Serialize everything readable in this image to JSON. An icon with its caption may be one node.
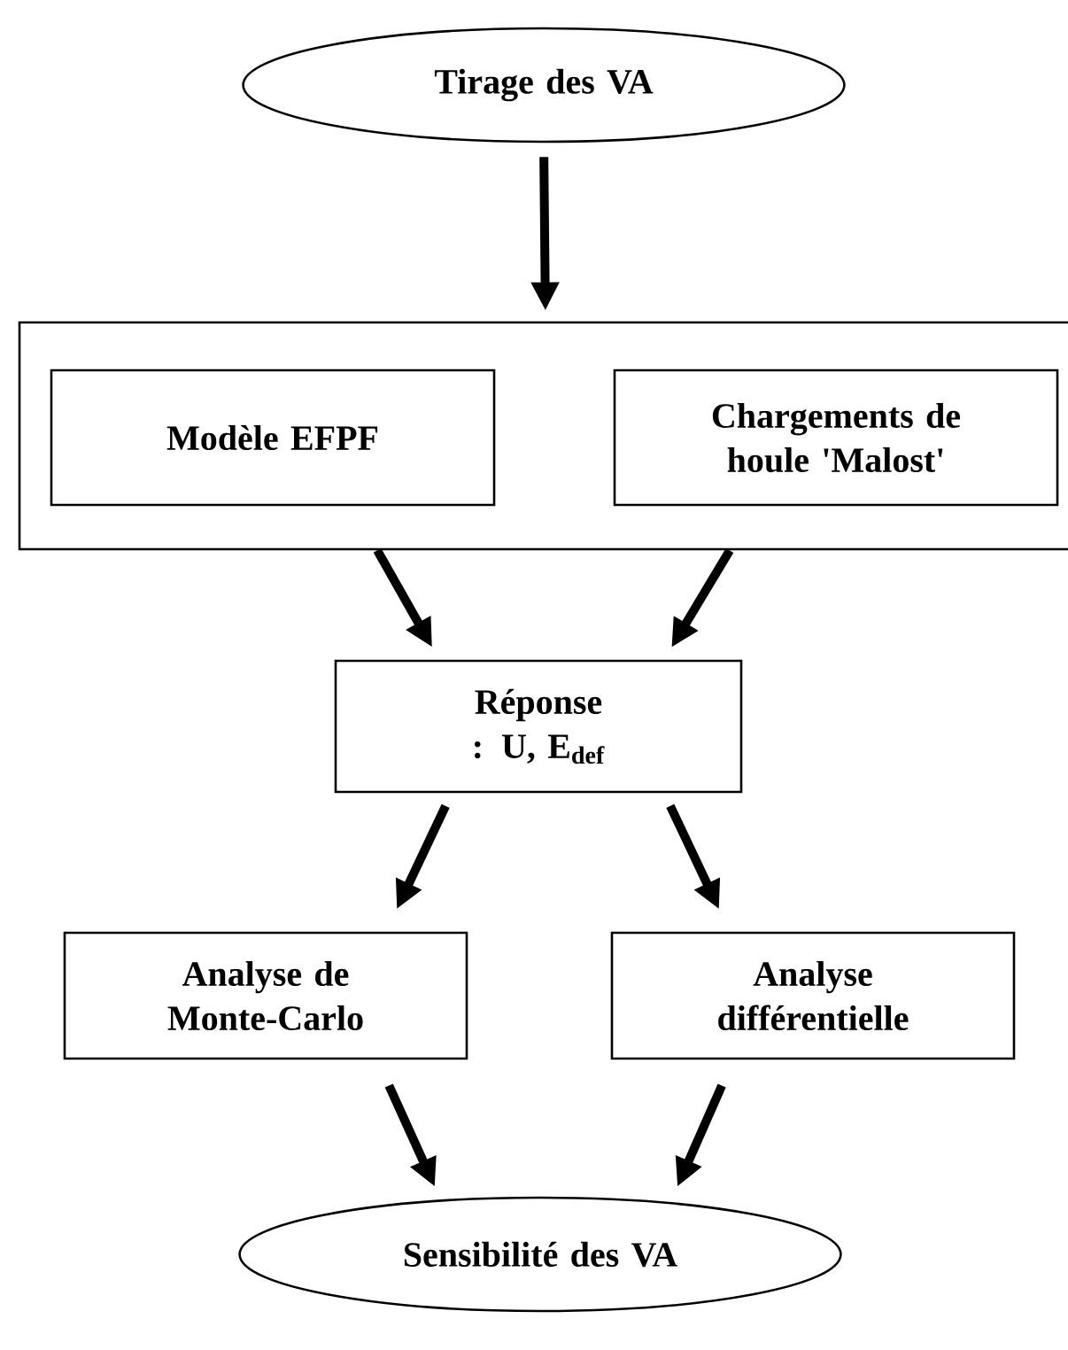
{
  "diagram": {
    "nodes": [
      {
        "text": [
          "Tirage des VA"
        ]
      },
      {
        "text": [],
        "shape": "box"
      },
      {
        "text": [
          "Modèle EFPF"
        ],
        "in": 1
      },
      {
        "text": [
          "Chargements de houle 'Malost'"
        ],
        "in": 1
      },
      {
        "text": [
          "Réponse : U, E$_{def}$"
        ]
      },
      {
        "text": [
          "Analyse de Monte-Carlo"
        ]
      },
      {
        "text": [
          "Analyse différentielle"
        ]
      },
      {
        "text": [
          "Sensibilité des VA"
        ]
      }
    ],
    "edges": [
      {
        "from": 0,
        "to": 1,
        "arrow": "to"
      },
      {
        "from": 1,
        "to": 4,
        "arrow": "to"
      },
      {
        "from": 1,
        "to": 4,
        "arrow": "to"
      },
      {
        "from": 4,
        "to": 5,
        "arrow": "to"
      },
      {
        "from": 4,
        "to": 6,
        "arrow": "to"
      },
      {
        "from": 5,
        "to": 7,
        "arrow": "to"
      },
      {
        "from": 6,
        "to": 7,
        "arrow": "to"
      }
    ]
  }
}
